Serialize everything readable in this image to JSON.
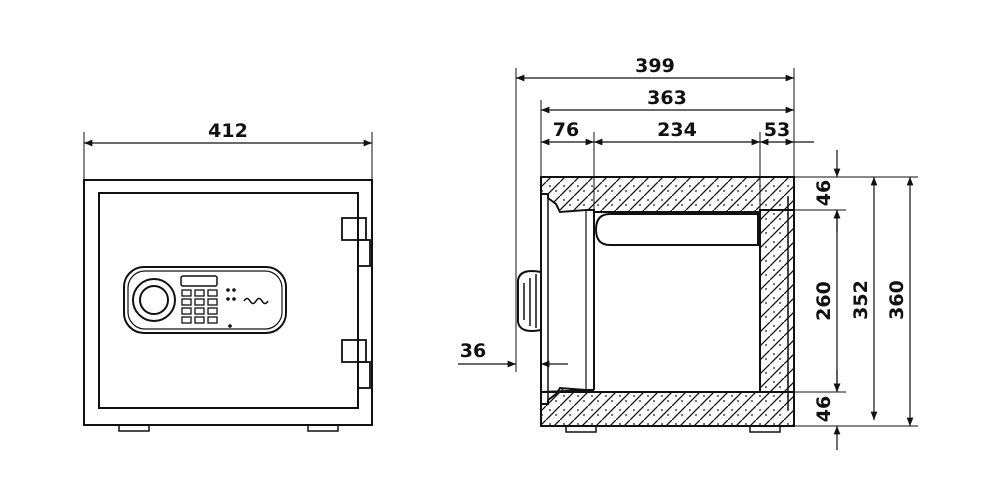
{
  "front_view": {
    "width_label": "412"
  },
  "side_view": {
    "outer_depth_label": "399",
    "body_depth_label": "363",
    "door_thickness_label": "76",
    "inner_depth_label": "234",
    "back_wall_label": "53",
    "handle_protrusion_label": "36",
    "top_wall_label": "46",
    "inner_height_label": "260",
    "body_height_label": "352",
    "total_height_label": "360",
    "bottom_wall_label": "46"
  },
  "colors": {
    "line": "#111111",
    "background": "#ffffff"
  }
}
